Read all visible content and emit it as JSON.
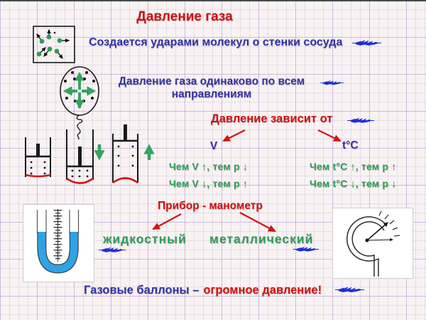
{
  "slide": {
    "title": "Давление газа",
    "statement_molecules": "Создается ударами молекул о стенки сосуда",
    "statement_directions_line1": "Давление газа одинаково по всем",
    "statement_directions_line2": "направлениям",
    "statement_depends": "Давление зависит от",
    "branches": {
      "volume": "V",
      "temperature": "t°C"
    },
    "relations": {
      "volume_up": "Чем V ↑, тем p ↓",
      "volume_down": "Чем V ↓, тем p ↑",
      "temp_up": "Чем t°C ↑, тем p ↑",
      "temp_down": "Чем t°C ↓, тем p ↓"
    },
    "device_heading": "Прибор - манометр",
    "device_types": {
      "liquid": "жидкостный",
      "metal": "металлический"
    },
    "footer": {
      "blue_part": "Газовые баллоны –",
      "red_part": "огромное давление!"
    }
  },
  "colors": {
    "title_red": "#d21010",
    "text_blue": "#3534a5",
    "text_green": "#2e9e57",
    "scribble_blue": "#1c2fd4",
    "liquid_blue": "#2ea3e6",
    "membrane_red": "#d11515"
  },
  "icons": {
    "scribble_mark": "blue-scribble-emphasis",
    "figures": [
      "molecule-box",
      "balloon-with-molecules",
      "piston-cylinders",
      "liquid-manometer",
      "metal-manometer"
    ]
  }
}
